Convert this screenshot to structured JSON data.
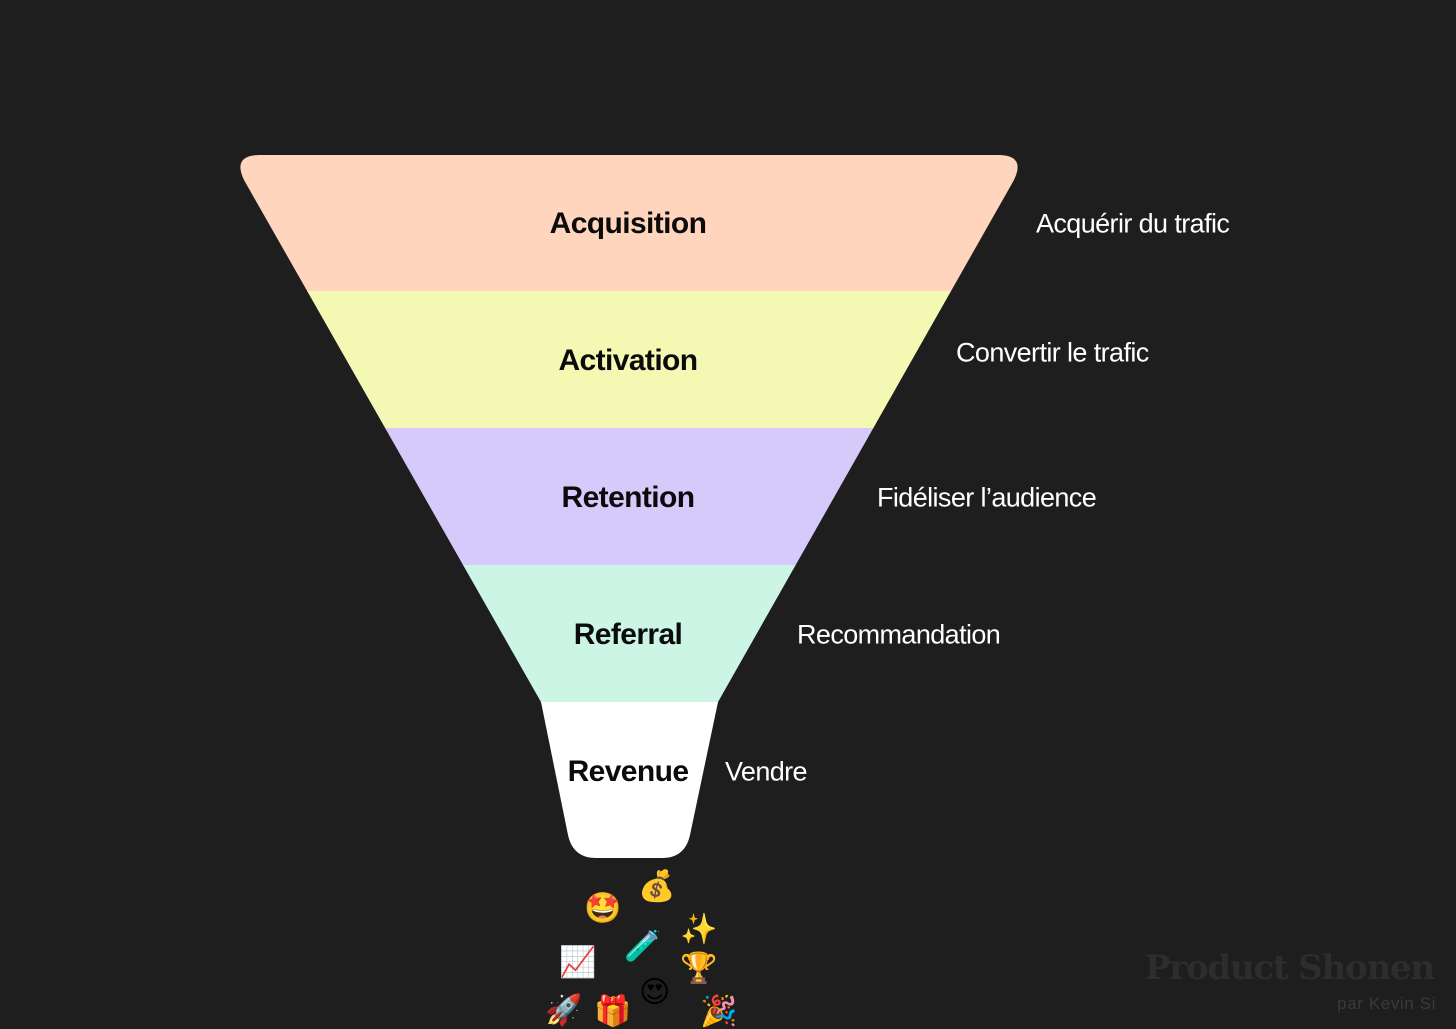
{
  "funnel": {
    "stages": [
      {
        "name": "Acquisition",
        "description": "Acquérir du trafic",
        "color": "#ffd5bd"
      },
      {
        "name": "Activation",
        "description": "Convertir le trafic",
        "color": "#f3f8b3"
      },
      {
        "name": "Retention",
        "description": "Fidéliser l’audience",
        "color": "#d5cafa"
      },
      {
        "name": "Referral",
        "description": "Recommandation",
        "color": "#cdf5e5"
      },
      {
        "name": "Revenue",
        "description": "Vendre",
        "color": "#ffffff"
      }
    ]
  },
  "emojis": [
    "🤩",
    "💰",
    "✨",
    "📈",
    "🧪",
    "🏆",
    "😍",
    "🚀",
    "🎁",
    "🎉"
  ],
  "brand": {
    "title": "Product Shonen",
    "subtitle": "par Kevin Si"
  }
}
